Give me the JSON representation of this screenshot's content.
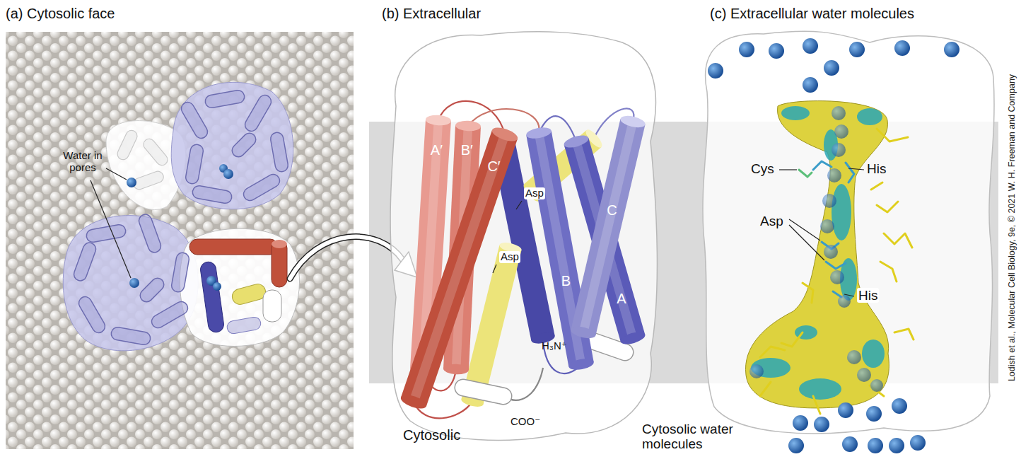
{
  "diagram": {
    "nodes": [
      {
        "text": [
          "A′"
        ]
      },
      {
        "text": [
          "B′"
        ]
      },
      {
        "text": [
          "C′"
        ]
      },
      {
        "text": [
          "B"
        ]
      },
      {
        "text": [
          "C"
        ]
      },
      {
        "text": [
          "A"
        ]
      }
    ],
    "labels": [
      "(a) Cytosolic face",
      "Water in pores",
      "(b) Extracellular",
      "Asp",
      "Asp",
      "H₃N⁺",
      "COO⁻",
      "Cytosolic",
      "(c) Extracellular water molecules",
      "Cys",
      "His",
      "Asp",
      "His",
      "Cytosolic water molecules",
      "Lodish et al., Molecular Cell Biology, 9e, © 2021 W. H. Freeman and Company"
    ]
  }
}
